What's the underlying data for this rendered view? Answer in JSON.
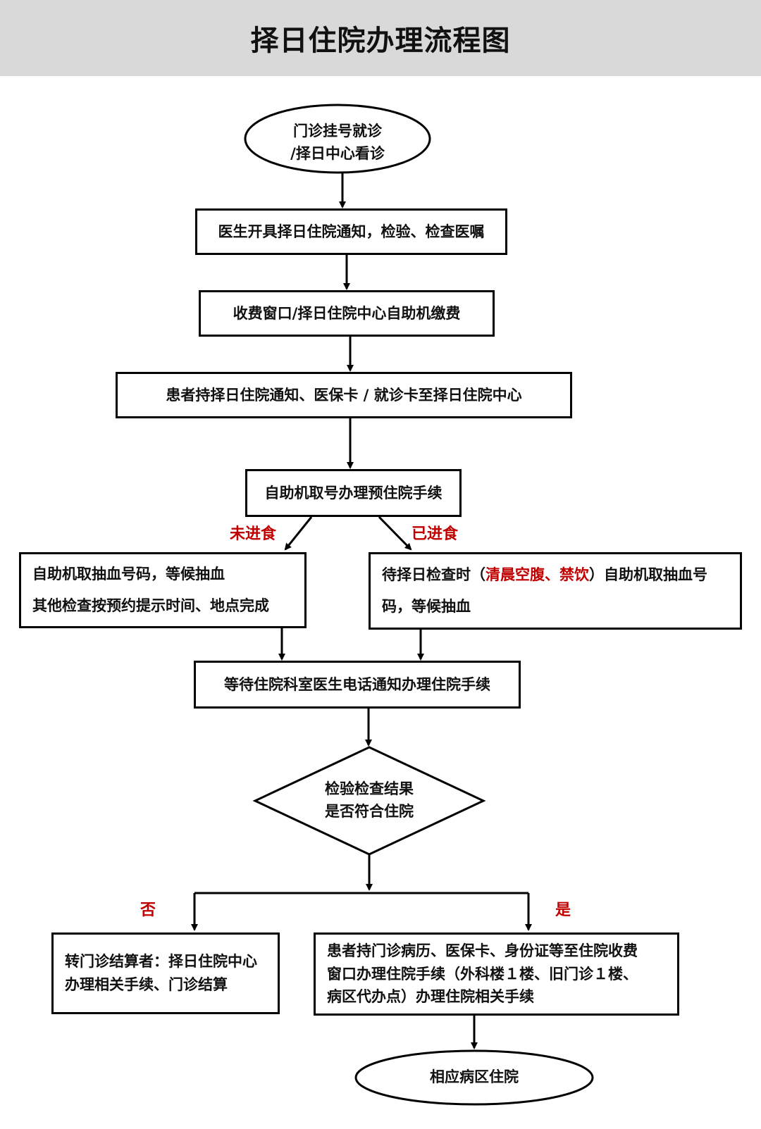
{
  "title": "择日住院办理流程图",
  "colors": {
    "title_bar": "#d9d9d9",
    "stroke": "#000000",
    "highlight": "#c00000"
  },
  "nodes": {
    "start": {
      "shape": "ellipse",
      "line1": "门诊挂号就诊",
      "line2": "/择日中心看诊"
    },
    "step_doctor_notice": {
      "shape": "rectangle",
      "text": "医生开具择日住院通知，检验、检查医嘱"
    },
    "step_payment": {
      "shape": "rectangle",
      "text": "收费窗口/择日住院中心自助机缴费"
    },
    "step_go_center": {
      "shape": "rectangle",
      "text": "患者持择日住院通知、医保卡 / 就诊卡至择日住院中心"
    },
    "step_pre_admission": {
      "shape": "rectangle",
      "text": "自助机取号办理预住院手续"
    },
    "step_not_fasting": {
      "shape": "rectangle",
      "line1": "自助机取抽血号码，等候抽血",
      "line2": "其他检查按预约提示时间、地点完成"
    },
    "step_fasting": {
      "shape": "rectangle",
      "line1_pre": "待择日检查时（",
      "line1_highlight": "清晨空腹、禁饮",
      "line1_post": "）自助机取抽血号",
      "line2": "码，等候抽血"
    },
    "step_wait_call": {
      "shape": "rectangle",
      "text": "等待住院科室医生电话通知办理住院手续"
    },
    "decision": {
      "shape": "diamond",
      "line1": "检验检查结果",
      "line2": "是否符合住院"
    },
    "step_no": {
      "shape": "rectangle",
      "line1": "转门诊结算者：择日住院中心",
      "line2": "办理相关手续、门诊结算"
    },
    "step_yes": {
      "shape": "rectangle",
      "line1": "患者持门诊病历、医保卡、身份证等至住院收费",
      "line2": "窗口办理住院手续（外科楼１楼、旧门诊１楼、",
      "line3": "病区代办点）办理住院相关手续"
    },
    "end": {
      "shape": "ellipse",
      "text": "相应病区住院"
    }
  },
  "branch_labels": {
    "not_eaten": "未进食",
    "eaten": "已进食",
    "no": "否",
    "yes": "是"
  }
}
